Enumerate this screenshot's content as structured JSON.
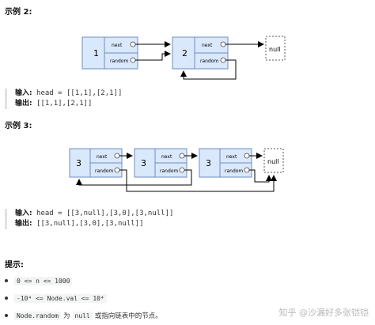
{
  "example2": {
    "heading": "示例 2:",
    "nodes": [
      {
        "val": "1"
      },
      {
        "val": "2"
      }
    ],
    "next_label": "next",
    "random_label": "random",
    "null_label": "null",
    "input_label": "输入:",
    "input_code": " head = [[1,1],[2,1]]",
    "output_label": "输出:",
    "output_code": " [[1,1],[2,1]]"
  },
  "example3": {
    "heading": "示例 3:",
    "nodes": [
      {
        "val": "3"
      },
      {
        "val": "3"
      },
      {
        "val": "3"
      }
    ],
    "next_label": "next",
    "random_label": "random",
    "null_label": "null",
    "input_label": "输入:",
    "input_code": " head = [[3,null],[3,0],[3,null]]",
    "output_label": "输出:",
    "output_code": " [[3,null],[3,0],[3,null]]"
  },
  "hints": {
    "heading": "提示:",
    "items": [
      {
        "code": "0 <= n <= 1000"
      },
      {
        "code": "-10⁴ <= Node.val <= 10⁴"
      },
      {
        "code": "Node.random",
        "text1": "为",
        "code2": "null",
        "text2": "或指向链表中的节点。"
      }
    ]
  },
  "watermark": "知乎 @沙漏好多张铠铠",
  "colors": {
    "node_fill": "#dae8fc",
    "node_stroke": "#6c8ebf",
    "arrow": "#000000",
    "null_stroke": "#555555"
  }
}
